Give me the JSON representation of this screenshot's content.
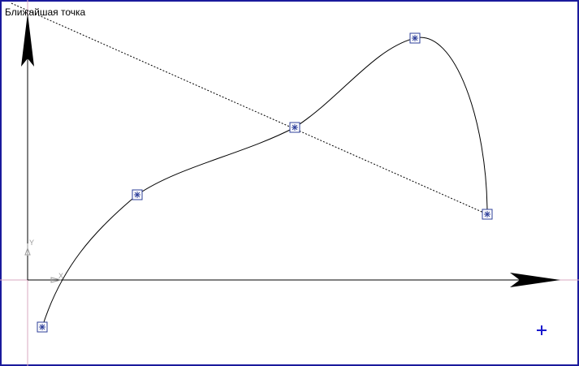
{
  "snap_hint": "Ближайшая точка",
  "colors": {
    "frame": "#1a1a9c",
    "curve": "#000000",
    "guide_line": "#000000",
    "local_axis": "#d8a8c0",
    "control_point": "#2e3f9a",
    "cursor": "#1a1acd"
  },
  "icons": {
    "control_point": "control-point-icon",
    "cursor": "crosshair-cursor-icon",
    "y_arrow": "y-axis-arrow-icon",
    "x_arrow": "x-axis-arrow-icon"
  },
  "axes": {
    "x_label": "X",
    "y_label": "Y"
  },
  "curve": {
    "type": "spline",
    "control_point_count": 5
  }
}
